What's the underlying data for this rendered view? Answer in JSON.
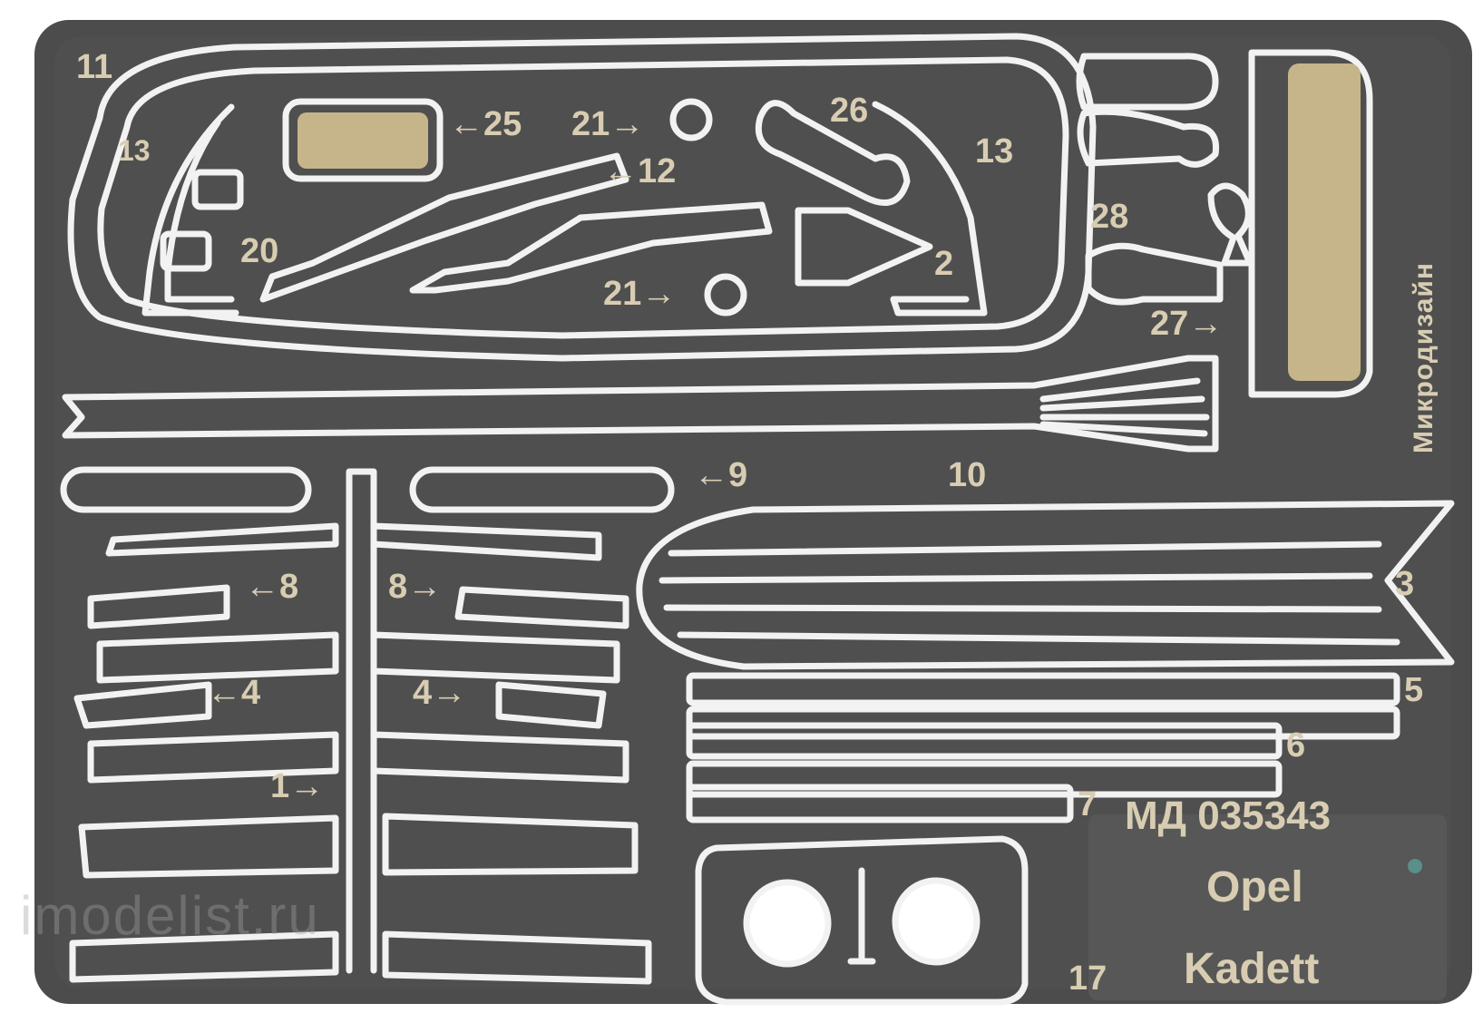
{
  "sheet": {
    "colors": {
      "plate": "#4c4c4c",
      "part_outline": "#f2f2f2",
      "brass": "#c6b48a",
      "label": "#d8cdb2"
    },
    "part_labels": {
      "l11": "11",
      "l13a": "13",
      "l13b": "13",
      "l25": "←25",
      "l21a": "21→",
      "l26": "26",
      "l12": "←12",
      "l20": "20",
      "l21b": "21→",
      "l2": "2",
      "l28": "28",
      "l27": "27→",
      "l10": "10",
      "l9": "←9",
      "l8a": "←8",
      "l8b": "8→",
      "l3": "3",
      "l4a": "←4",
      "l4b": "4→",
      "l5": "5",
      "l6": "6",
      "l1": "1→",
      "l7": "7",
      "l17": "17"
    },
    "brand_text": "Микродизайн",
    "catalog_number": "МД 035343",
    "model_name_line1": "Opel",
    "model_name_line2": "Kadett",
    "watermark": "imodelist.ru"
  }
}
